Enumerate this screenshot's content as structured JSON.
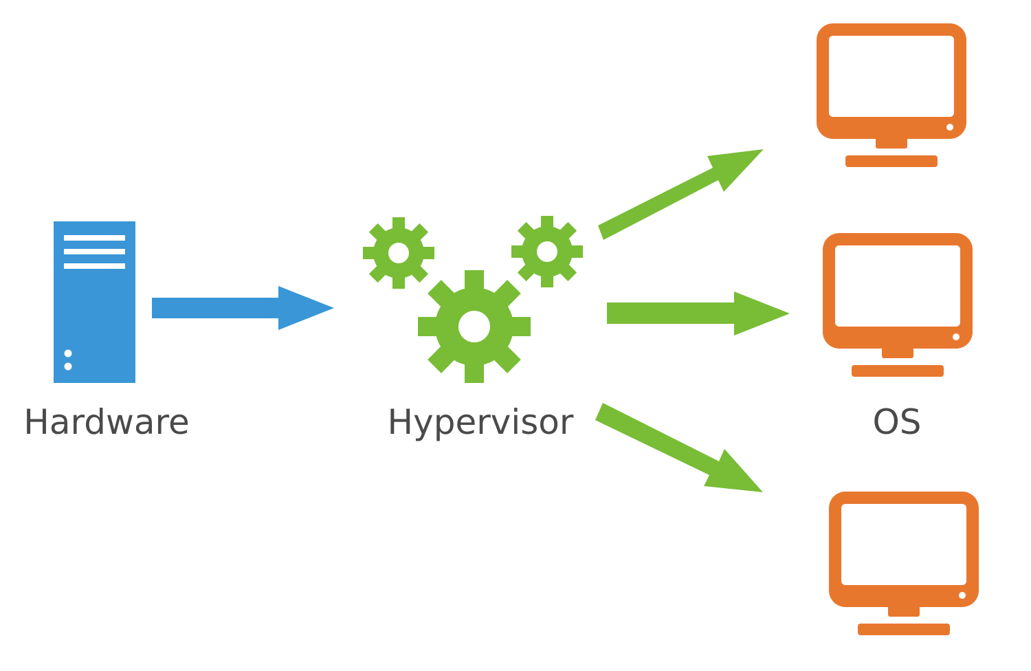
{
  "nodes": {
    "hardware": {
      "label": "Hardware",
      "icon": "server-icon"
    },
    "hypervisor": {
      "label": "Hypervisor",
      "icon": "gears-icon"
    },
    "os": {
      "label": "OS",
      "icon": "monitor-icon",
      "instance_count": 3
    }
  },
  "edges": [
    {
      "from": "hardware",
      "to": "hypervisor",
      "icon": "arrow-right-icon"
    },
    {
      "from": "hypervisor",
      "to": "os-1",
      "icon": "arrow-up-right-icon"
    },
    {
      "from": "hypervisor",
      "to": "os-2",
      "icon": "arrow-right-icon"
    },
    {
      "from": "hypervisor",
      "to": "os-3",
      "icon": "arrow-down-right-icon"
    }
  ],
  "colors": {
    "hardware": "#3a96d6",
    "hypervisor": "#79bc36",
    "os": "#e8772e",
    "label_text": "#4a4a4a",
    "background": "#ffffff"
  }
}
